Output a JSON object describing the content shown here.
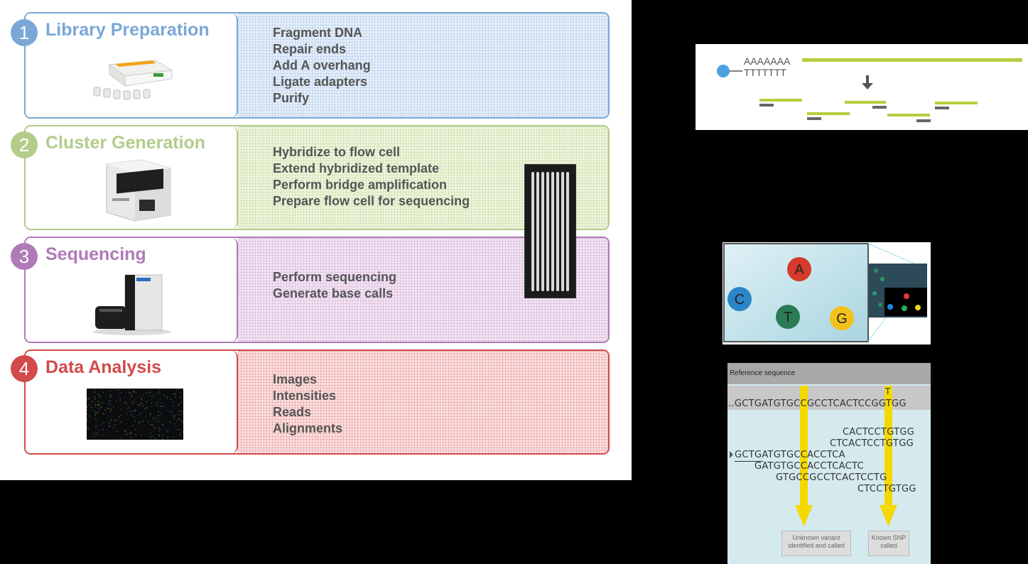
{
  "stages": [
    {
      "number": "1",
      "title": "Library Preparation",
      "color": "#7aa7d6",
      "tint": "#e6eef9",
      "steps": [
        "Fragment DNA",
        "Repair ends",
        "Add A overhang",
        "Ligate adapters",
        "Purify"
      ],
      "image": "library-prep-kit-image"
    },
    {
      "number": "2",
      "title": "Cluster Generation",
      "color": "#b3cc8a",
      "tint": "#eef5dd",
      "steps": [
        "Hybridize to flow cell",
        "Extend hybridized template",
        "Perform bridge amplification",
        "Prepare flow cell for sequencing"
      ],
      "image": "cbot-instrument-image"
    },
    {
      "number": "3",
      "title": "Sequencing",
      "color": "#b07ab8",
      "tint": "#f3e4f3",
      "steps": [
        "Perform sequencing",
        "Generate base calls"
      ],
      "image": "sequencer-instrument-image"
    },
    {
      "number": "4",
      "title": "Data Analysis",
      "color": "#d24a4a",
      "tint": "#fbe1e1",
      "steps": [
        "Images",
        "Intensities",
        "Reads",
        "Alignments"
      ],
      "image": "cluster-image"
    }
  ],
  "adapter_panel": {
    "top_strand": "AAAAAAA",
    "bottom_strand": "TTTTTTT",
    "strand_color": "#b8cc3c",
    "arrow": "down-arrow-icon"
  },
  "base_panel": {
    "bases": [
      {
        "label": "A",
        "color": "#d63a2a"
      },
      {
        "label": "C",
        "color": "#2a86c8"
      },
      {
        "label": "T",
        "color": "#2a7a55"
      },
      {
        "label": "G",
        "color": "#f2c21a"
      }
    ]
  },
  "alignment_panel": {
    "header": "Reference sequence",
    "reference": "..GCTGATGTGCCGCCTCACTCCGGTGG",
    "snp_base": "T",
    "reads": [
      "CACTCCTGTGG",
      "CTCACTCCTGTGG",
      "GCTGATGTGCCACCTCA",
      "GATGTGCCACCTCACTC",
      "GTGCCGCCTCACTCCTG",
      "CTCCTGTGG"
    ],
    "highlight_color": "#f5d800",
    "unknown_label": "Unknown variant identified and called",
    "known_label": "Known SNP called"
  }
}
